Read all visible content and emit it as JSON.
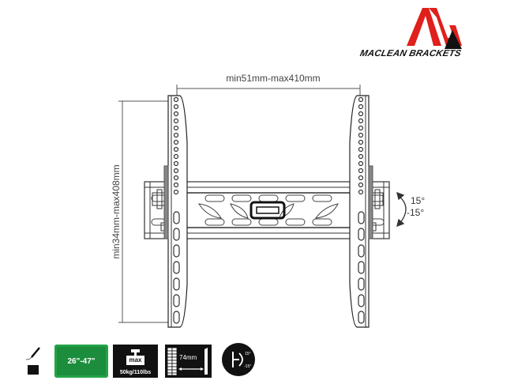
{
  "brand": {
    "name": "MACLEAN BRACKETS",
    "logo_colors": {
      "primary": "#e0201b",
      "secondary": "#111111"
    }
  },
  "diagram": {
    "width_dimension": "min51mm-max410mm",
    "height_dimension": "min34mm-max408mm",
    "tilt": {
      "up": "15°",
      "down": "-15°"
    }
  },
  "badges": {
    "screen_size": {
      "label": "26\"-47\"",
      "color": "#1c8d3c"
    },
    "max_weight": {
      "title": "max",
      "value": "50kg/110lbs"
    },
    "wall_distance": {
      "value": "74mm"
    },
    "tilt_range": {
      "up": "15°",
      "down": "-15°"
    }
  }
}
